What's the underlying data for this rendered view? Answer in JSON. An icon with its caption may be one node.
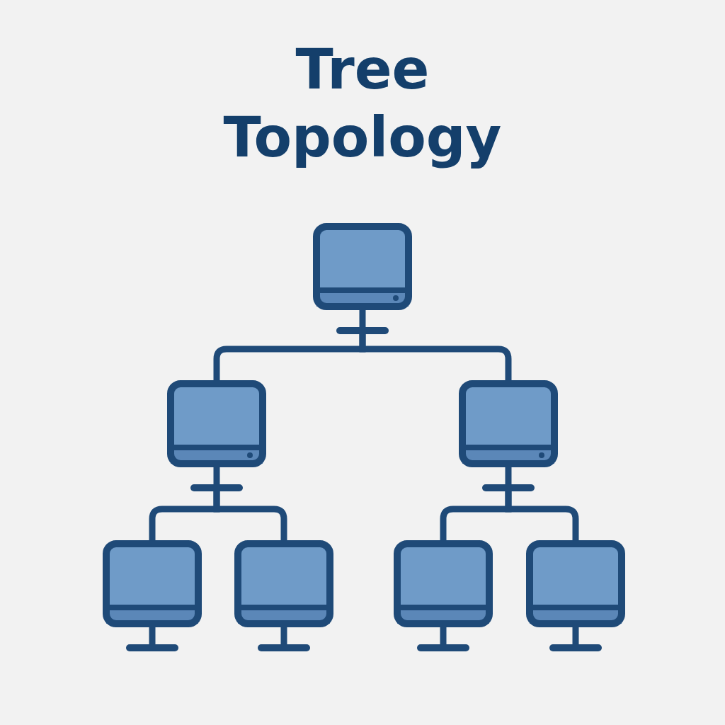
{
  "diagram": {
    "title": "Tree Topology",
    "nodes": [
      {
        "text": [],
        "shape": "computer"
      },
      {
        "text": [],
        "shape": "computer"
      },
      {
        "text": [],
        "shape": "computer"
      },
      {
        "text": [],
        "shape": "computer"
      },
      {
        "text": [],
        "shape": "computer"
      },
      {
        "text": [],
        "shape": "computer"
      },
      {
        "text": [],
        "shape": "computer"
      }
    ],
    "edges": [
      {
        "from": 0,
        "to": 1,
        "arrow": "none"
      },
      {
        "from": 0,
        "to": 2,
        "arrow": "none"
      },
      {
        "from": 1,
        "to": 3,
        "arrow": "none"
      },
      {
        "from": 1,
        "to": 4,
        "arrow": "none"
      },
      {
        "from": 2,
        "to": 5,
        "arrow": "none"
      },
      {
        "from": 2,
        "to": 6,
        "arrow": "none"
      }
    ]
  }
}
